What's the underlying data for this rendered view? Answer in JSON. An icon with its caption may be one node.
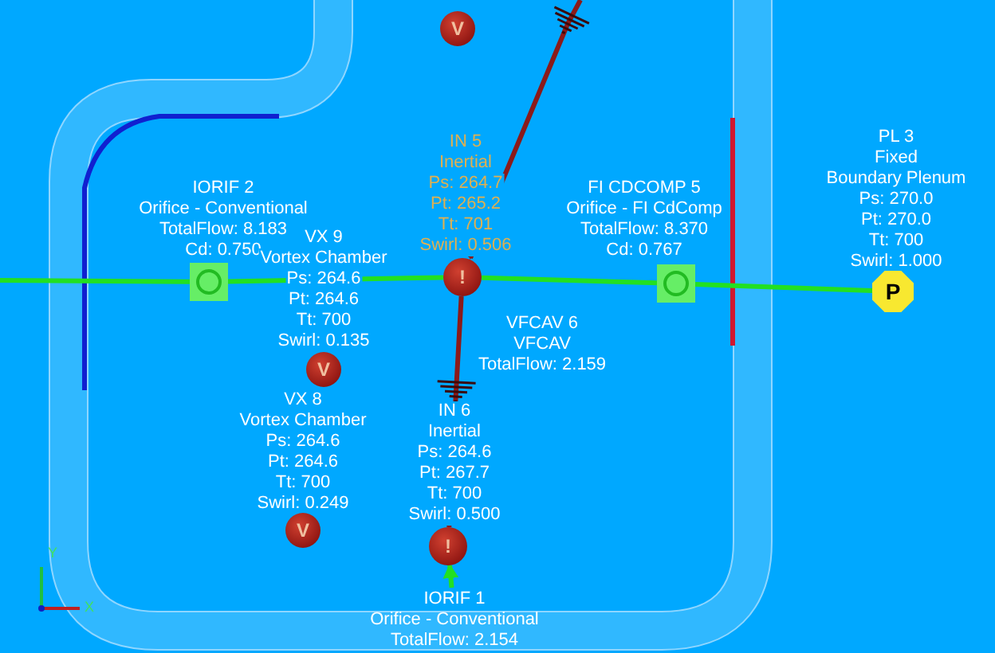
{
  "diagram": {
    "nodes": [
      {
        "text": [
          "V"
        ]
      },
      {
        "text": [],
        "shape": "box",
        "beside": [
          "IORIF  2",
          "Orifice - Conventional",
          "TotalFlow: 8.183",
          "Cd: 0.750"
        ]
      },
      {
        "text": [
          "!"
        ],
        "beside": [
          "IN 5",
          "Inertial",
          "Ps: 264.7",
          "Pt: 265.2",
          "Tt: 701",
          "Swirl: 0.506"
        ]
      },
      {
        "text": [],
        "shape": "box",
        "beside": [
          "FI CDCOMP 5",
          "Orifice - FI CdComp",
          "TotalFlow: 8.370",
          "Cd: 0.767"
        ]
      },
      {
        "text": [
          "P"
        ],
        "beside": [
          "PL 3",
          "Fixed",
          "Boundary Plenum",
          "Ps: 270.0",
          "Pt: 270.0",
          "Tt: 700",
          "Swirl: 1.000"
        ]
      },
      {
        "text": [
          "V"
        ],
        "beside": [
          "VX 9",
          "Vortex Chamber",
          "Ps: 264.6",
          "Pt: 264.6",
          "Tt: 700",
          "Swirl: 0.135"
        ]
      },
      {
        "text": [
          "VFCAV 6",
          "VFCAV",
          "TotalFlow: 2.159"
        ]
      },
      {
        "text": [
          "V"
        ],
        "beside": [
          "VX 8",
          "Vortex Chamber",
          "Ps: 264.6",
          "Pt: 264.6",
          "Tt: 700",
          "Swirl: 0.249"
        ]
      },
      {
        "text": [
          "!"
        ],
        "beside": [
          "IN 6",
          "Inertial",
          "Ps: 264.6",
          "Pt: 267.7",
          "Tt: 700",
          "Swirl: 0.500"
        ]
      },
      {
        "text": [
          "IORIF  1",
          "Orifice - Conventional",
          "TotalFlow: 2.154"
        ]
      }
    ],
    "edges": [
      {
        "from": null,
        "to": 1,
        "arrow": "none"
      },
      {
        "from": 1,
        "to": 2,
        "arrow": "none"
      },
      {
        "from": 2,
        "to": 3,
        "arrow": "none"
      },
      {
        "from": 3,
        "to": 4,
        "arrow": "none"
      },
      {
        "from": 9,
        "to": 8,
        "arrow": "to"
      },
      {
        "from": null,
        "to": 2,
        "arrow": "to",
        "color": "#8b1a1a"
      },
      {
        "from": 2,
        "to": 8,
        "arrow": "to",
        "color": "#8b1a1a"
      }
    ],
    "labels": [
      "Y",
      "X"
    ]
  }
}
